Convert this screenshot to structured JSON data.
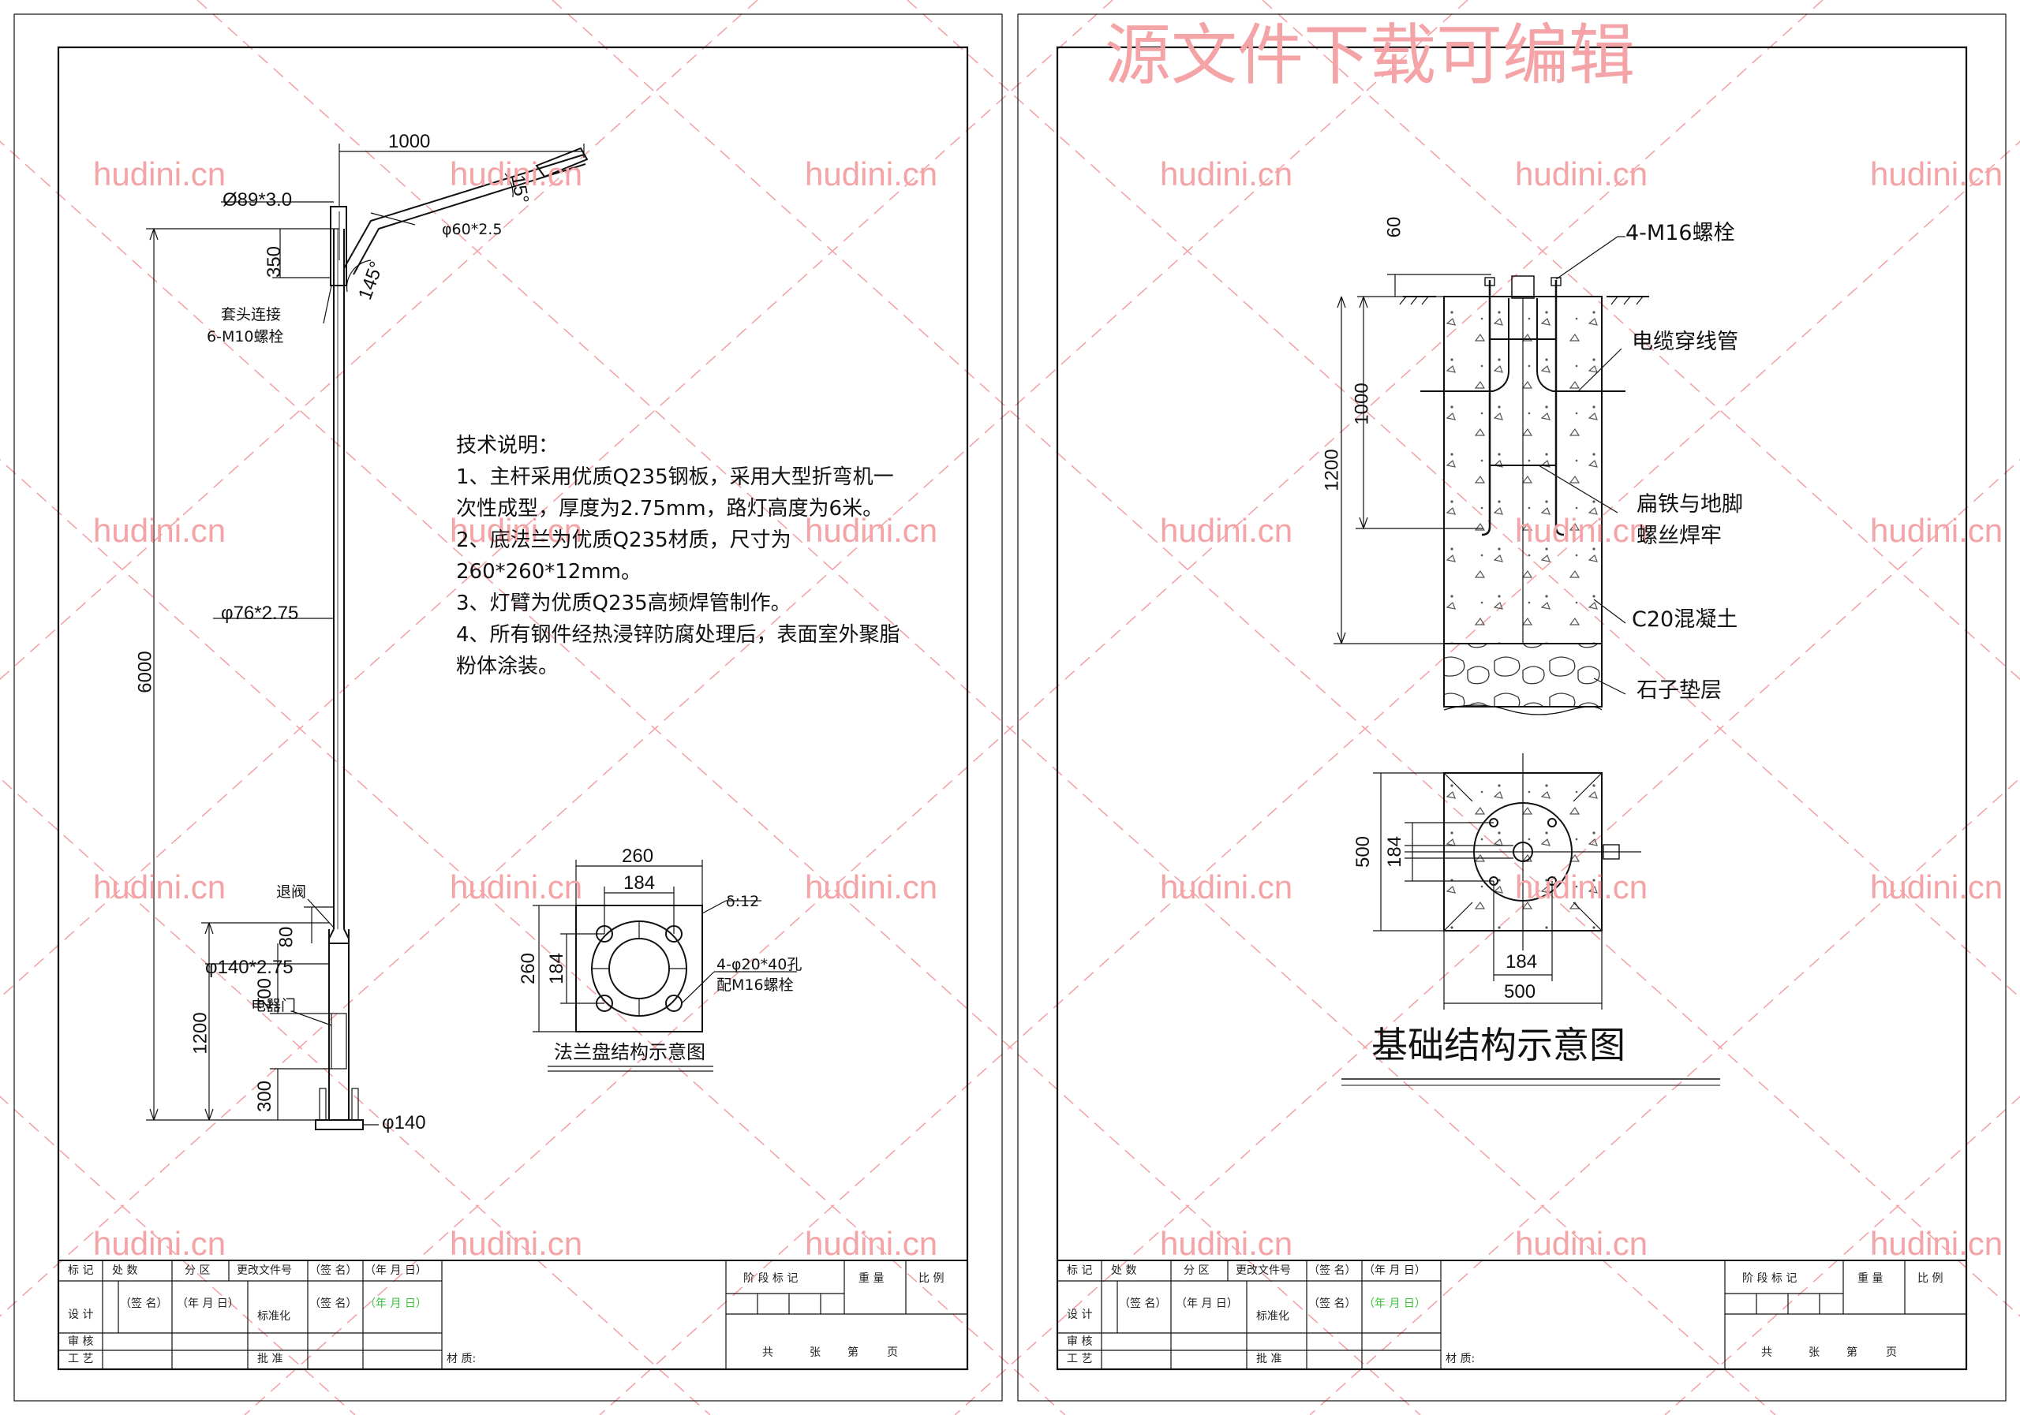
{
  "watermark": {
    "text": "hudini.cn",
    "banner": "源文件下载可编辑",
    "color": "#f4a3a6"
  },
  "sheet1": {
    "dims": {
      "arm_length": "1000",
      "arm_angle": "15°",
      "pole_top_dia": "Ø89*3.0",
      "arm_tube": "φ60*2.5",
      "top_offset": "350",
      "bend_angle": "145°",
      "sleeve_label_1": "套头连接",
      "sleeve_label_2": "6-M10螺栓",
      "pole_dia": "φ76*2.75",
      "total_height": "6000",
      "reducer": "退阀",
      "reducer_len": "80",
      "base_dia": "φ140*2.75",
      "base_seg": "200",
      "door": "电器门",
      "base_height": "1200",
      "door_offset": "300",
      "base_plate": "φ140"
    },
    "notes": {
      "title": "技术说明：",
      "items": [
        "1、主杆采用优质Q235钢板，采用大型折弯机一次性成型，厚度为2.75mm，路灯高度为6米。",
        "2、底法兰为优质Q235材质，尺寸为260*260*12mm。",
        "3、灯臂为优质Q235高频焊管制作。",
        "4、所有钢件经热浸锌防腐处理后，表面室外聚脂粉体涂装。"
      ]
    },
    "flange": {
      "outer": "260",
      "inner": "184",
      "outer_v": "260",
      "inner_v": "184",
      "thickness": "δ:12",
      "holes": "4-φ20*40孔",
      "bolts": "配M16螺栓",
      "caption": "法兰盘结构示意图"
    }
  },
  "sheet2": {
    "banner": "源文件下载可编辑",
    "labels": {
      "bolts": "4-M16螺栓",
      "conduit": "电缆穿线管",
      "weld_1": "扁铁与地脚",
      "weld_2": "螺丝焊牢",
      "concrete": "C20混凝土",
      "gravel": "石子垫层"
    },
    "dims": {
      "top": "60",
      "anchor": "1000",
      "depth": "1200",
      "plan_outer_v": "500",
      "plan_inner_v": "184",
      "plan_inner_h": "184",
      "plan_outer_h": "500"
    },
    "caption": "基础结构示意图"
  },
  "titleblock": {
    "mark": "标 记",
    "count": "处 数",
    "zone": "分 区",
    "change_doc": "更改文件号",
    "sign": "（签 名）",
    "date": "（年 月 日）",
    "design": "设 计",
    "standard": "标准化",
    "review": "审 核",
    "process": "工 艺",
    "approve": "批 准",
    "material": "材 质:",
    "stage_mark": "阶 段 标 记",
    "weight": "重 量",
    "scale": "比 例",
    "total": "共",
    "sheets": "张",
    "page_no": "第",
    "page": "页"
  }
}
